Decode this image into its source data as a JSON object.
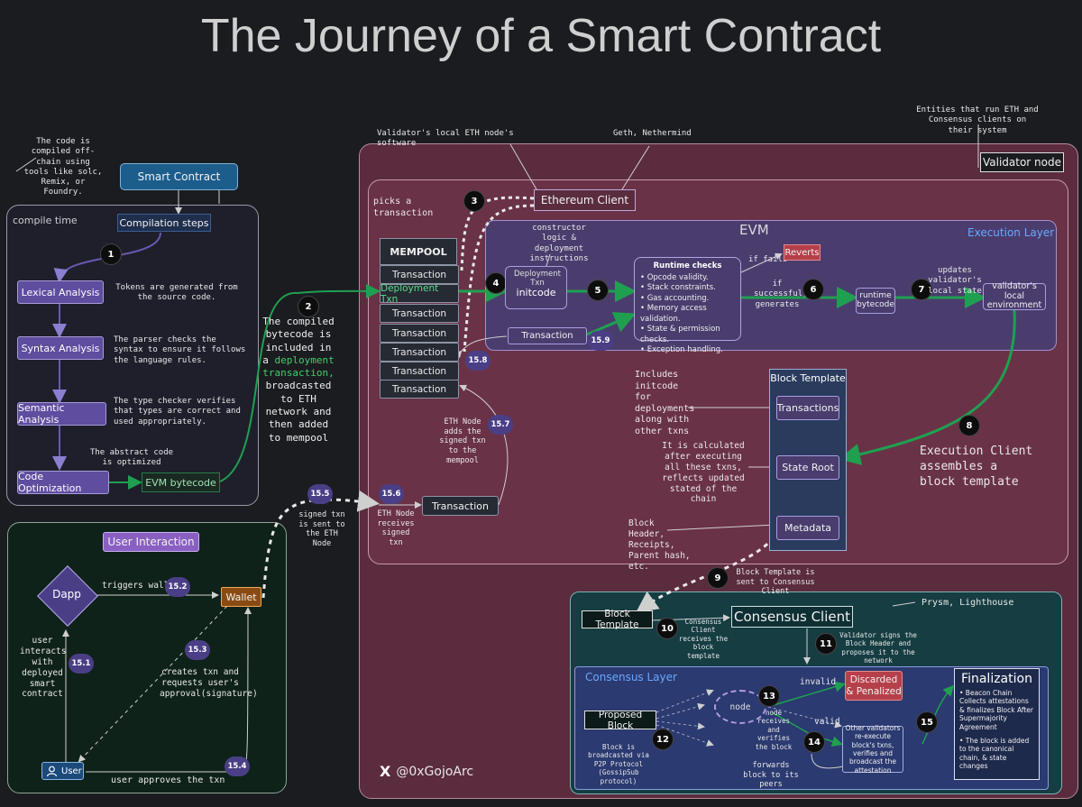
{
  "title": "The Journey of a Smart Contract",
  "labels": {
    "code_compiled_note": "The code is compiled off-chain using tools like solc, Remix, or Foundry.",
    "smart_contract": "Smart Contract",
    "compile_time": "compile time",
    "compilation_steps": "Compilation steps",
    "lexical": "Lexical Analysis",
    "lexical_note": "Tokens are generated from the source code.",
    "syntax": "Syntax Analysis",
    "syntax_note": "The parser checks the syntax to ensure it follows the language rules.",
    "semantic": "Semantic Analysis",
    "semantic_note": "The type checker verifies that types are correct and used appropriately.",
    "optimization": "Code Optimization",
    "optimized_note": "The abstract code is optimized",
    "evm_bytecode": "EVM bytecode",
    "compiled_note_a": "The compiled bytecode is included in a",
    "compiled_note_b": "deployment transaction,",
    "compiled_note_c": "broadcasted to ETH network and then added to mempool",
    "validator_software_note": "Validator's local ETH node's software",
    "geth_note": "Geth, Nethermind",
    "entities_note": "Entities that run ETH and Consensus clients on their system",
    "validator_node": "Validator node",
    "picks_txn": "picks a transaction",
    "ethereum_client": "Ethereum Client",
    "mempool": "MEMPOOL",
    "transaction": "Transaction",
    "deployment_txn": "Deployment Txn",
    "evm": "EVM",
    "execution_layer": "Execution Layer",
    "constructor_note": "constructor logic & deployment instructions",
    "deployment_txn_small": "Deployment Txn",
    "initcode": "initcode",
    "runtime_checks_title": "Runtime checks",
    "runtime_checks": [
      "Opcode validity.",
      "Stack constraints.",
      "Gas accounting.",
      "Memory access validation.",
      "State & permission checks.",
      "Exception handling."
    ],
    "if_fails": "if fails",
    "reverts": "Reverts",
    "if_successful": "if successful, generates",
    "runtime_bytecode": "runtime bytecode",
    "updates_note": "updates validator's local state",
    "validators_local_env": "validator's local environment",
    "includes_note": "Includes initcode for deployments along with other txns",
    "block_template": "Block Template",
    "transactions": "Transactions",
    "state_root": "State Root",
    "metadata": "Metadata",
    "calculated_note": "It is calculated after executing all these txns, reflects updated stated of the chain",
    "header_note": "Block Header, Receipts, Parent hash, etc.",
    "assembles_note": "Execution Client assembles a block template",
    "eth_node_adds": "ETH Node adds the signed txn to the mempool",
    "eth_node_receives": "ETH Node receives signed txn",
    "signed_sent": "signed txn is sent to the ETH Node",
    "user_interaction": "User Interaction",
    "dapp": "Dapp",
    "triggers_wallet": "triggers wallet",
    "wallet": "Wallet",
    "user_interacts": "user interacts with deployed smart contract",
    "creates_txn": "creates txn and requests user's approval(signature)",
    "user": "User",
    "user_approves": "user approves the txn",
    "block_template_sent": "Block Template is sent to Consensus Client",
    "prysm": "Prysm, Lighthouse",
    "consensus_client": "Consensus Client",
    "cc_receives": "Consensus Client receives the block template",
    "validator_signs": "Validator signs the Block Header and proposes it to the network",
    "consensus_layer": "Consensus Layer",
    "proposed_block": "Proposed Block",
    "broadcasted_note": "Block is broadcasted via P2P Protocol (GossipSub protocol)",
    "node": "node",
    "node_receives": "node receives and verifies the block",
    "invalid": "invalid",
    "valid": "valid",
    "discarded": "Discarded & Penalized",
    "other_validators": "Other validators re-execute block's txns, verifies and broadcast the attestation",
    "forwards_note": "forwards block to its peers",
    "finalization": "Finalization",
    "final_1": "• Beacon Chain Collects attestations & finalizes Block After Supermajority Agreement",
    "final_2": "• The block is added to the canonical chain, & state changes",
    "handle": "@0xGojoArc",
    "x_logo": "X"
  },
  "badges": {
    "b1": "1",
    "b2": "2",
    "b3": "3",
    "b4": "4",
    "b5": "5",
    "b6": "6",
    "b7": "7",
    "b8": "8",
    "b9": "9",
    "b10": "10",
    "b11": "11",
    "b12": "12",
    "b13": "13",
    "b14": "14",
    "b15": "15",
    "p158": "15.8",
    "p159": "15.9",
    "p157": "15.7",
    "p156": "15.6",
    "p155": "15.5",
    "p152": "15.2",
    "p153": "15.3",
    "p151": "15.1",
    "p154": "15.4"
  },
  "colors": {
    "background": "#1b1c20",
    "validator_region": "#5a2c3e",
    "execution_region": "#6a3247",
    "evm_region": "#4a3d6e",
    "consensus_region": "#153d42",
    "consensus_layer": "#2b3a70",
    "user_region": "#0f2219",
    "green_arrow": "#1f8a45",
    "accent_purple": "#5f4d9f",
    "reverts_red": "#b5404a",
    "wallet_orange": "#8a4b12"
  },
  "icons": [
    "x-logo-icon",
    "user-icon"
  ]
}
